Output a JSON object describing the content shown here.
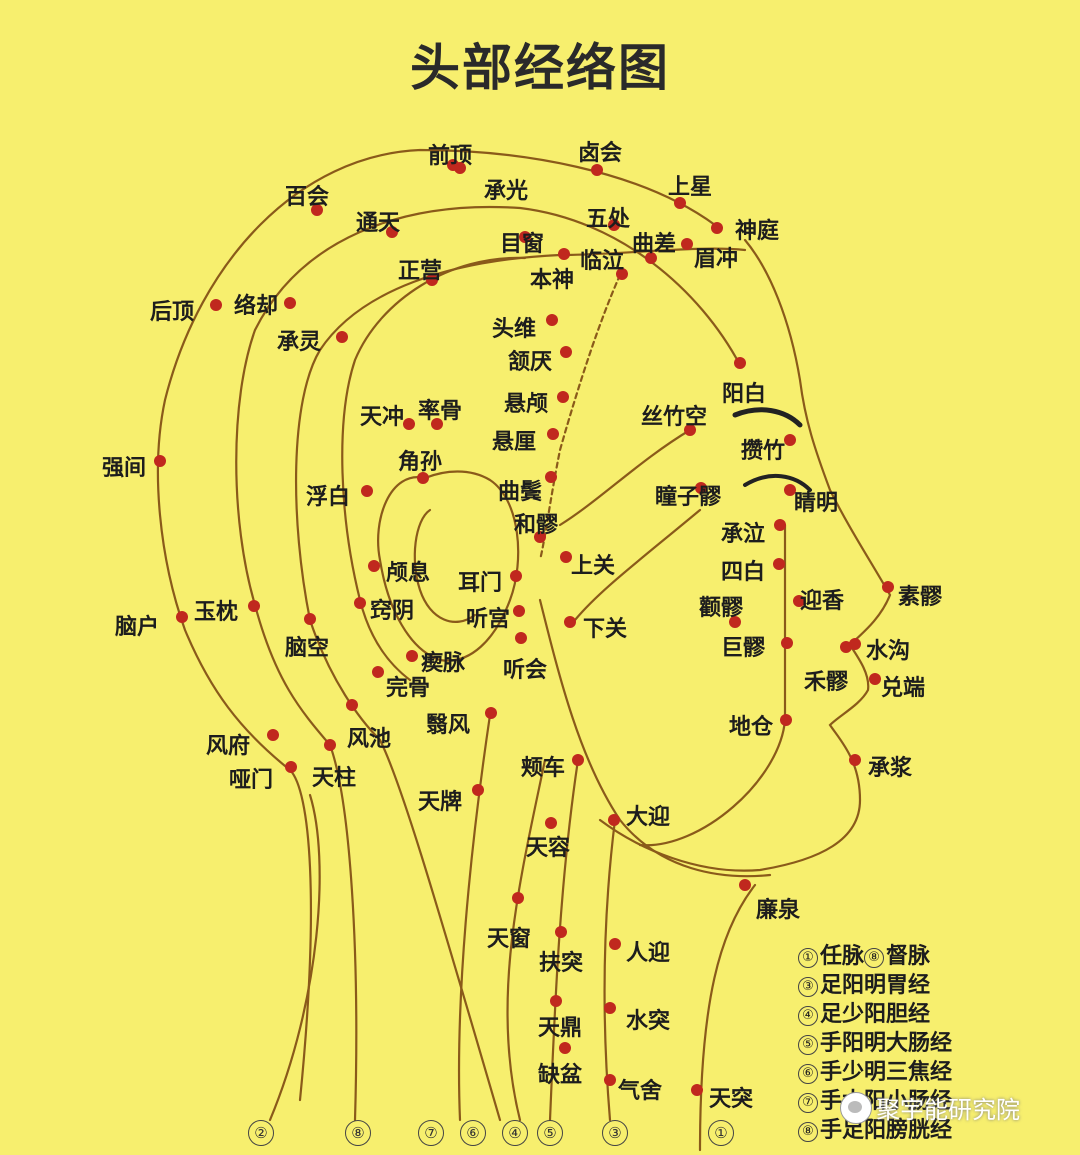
{
  "title": "头部经络图",
  "points": [
    {
      "label": "前顶"
    },
    {
      "label": "卤会"
    },
    {
      "label": "百会"
    },
    {
      "label": "承光"
    },
    {
      "label": "上星"
    },
    {
      "label": "通天"
    },
    {
      "label": "五处"
    },
    {
      "label": "神庭"
    },
    {
      "label": "目窗"
    },
    {
      "label": "曲差"
    },
    {
      "label": "临泣"
    },
    {
      "label": "眉冲"
    },
    {
      "label": "正营"
    },
    {
      "label": "本神"
    },
    {
      "label": "后顶"
    },
    {
      "label": "络却"
    },
    {
      "label": "承灵"
    },
    {
      "label": "头维"
    },
    {
      "label": "颔厌"
    },
    {
      "label": "阳白"
    },
    {
      "label": "悬颅"
    },
    {
      "label": "天冲"
    },
    {
      "label": "率骨"
    },
    {
      "label": "丝竹空"
    },
    {
      "label": "悬厘"
    },
    {
      "label": "攒竹"
    },
    {
      "label": "强间"
    },
    {
      "label": "角孙"
    },
    {
      "label": "浮白"
    },
    {
      "label": "曲鬓"
    },
    {
      "label": "瞳子髎"
    },
    {
      "label": "睛明"
    },
    {
      "label": "和髎"
    },
    {
      "label": "承泣"
    },
    {
      "label": "颅息"
    },
    {
      "label": "上关"
    },
    {
      "label": "四白"
    },
    {
      "label": "耳门"
    },
    {
      "label": "素髎"
    },
    {
      "label": "迎香"
    },
    {
      "label": "颧髎"
    },
    {
      "label": "脑户"
    },
    {
      "label": "玉枕"
    },
    {
      "label": "窍阴"
    },
    {
      "label": "听宫"
    },
    {
      "label": "下关"
    },
    {
      "label": "巨髎"
    },
    {
      "label": "水沟"
    },
    {
      "label": "脑空"
    },
    {
      "label": "瘈脉"
    },
    {
      "label": "禾髎"
    },
    {
      "label": "兑端"
    },
    {
      "label": "完骨"
    },
    {
      "label": "听会"
    },
    {
      "label": "风池"
    },
    {
      "label": "翳风"
    },
    {
      "label": "地仓"
    },
    {
      "label": "风府"
    },
    {
      "label": "哑门"
    },
    {
      "label": "天柱"
    },
    {
      "label": "颊车"
    },
    {
      "label": "承浆"
    },
    {
      "label": "天牌"
    },
    {
      "label": "大迎"
    },
    {
      "label": "天容"
    },
    {
      "label": "廉泉"
    },
    {
      "label": "天窗"
    },
    {
      "label": "扶突"
    },
    {
      "label": "人迎"
    },
    {
      "label": "天鼎"
    },
    {
      "label": "水突"
    },
    {
      "label": "缺盆"
    },
    {
      "label": "气舍"
    },
    {
      "label": "天突"
    }
  ],
  "legend": [
    {
      "num": "①",
      "text": "任脉"
    },
    {
      "num": "⑧",
      "text": "督脉"
    },
    {
      "num": "③",
      "text": "足阳明胃经"
    },
    {
      "num": "④",
      "text": "足少阳胆经"
    },
    {
      "num": "⑤",
      "text": "手阳明大肠经"
    },
    {
      "num": "⑥",
      "text": "手少明三焦经"
    },
    {
      "num": "⑦",
      "text": "手太阳小肠经"
    },
    {
      "num": "⑧",
      "text": "手足阳膀胱经"
    }
  ],
  "channel_numbers": [
    "②",
    "⑧",
    "⑦",
    "⑥",
    "④",
    "⑤",
    "③",
    "①"
  ],
  "watermark": "聚宇能研究院",
  "colors": {
    "background": "#f7ef6e",
    "meridian_line": "#8a5a1a",
    "point": "#c0281e",
    "text": "#1d1d1d"
  }
}
